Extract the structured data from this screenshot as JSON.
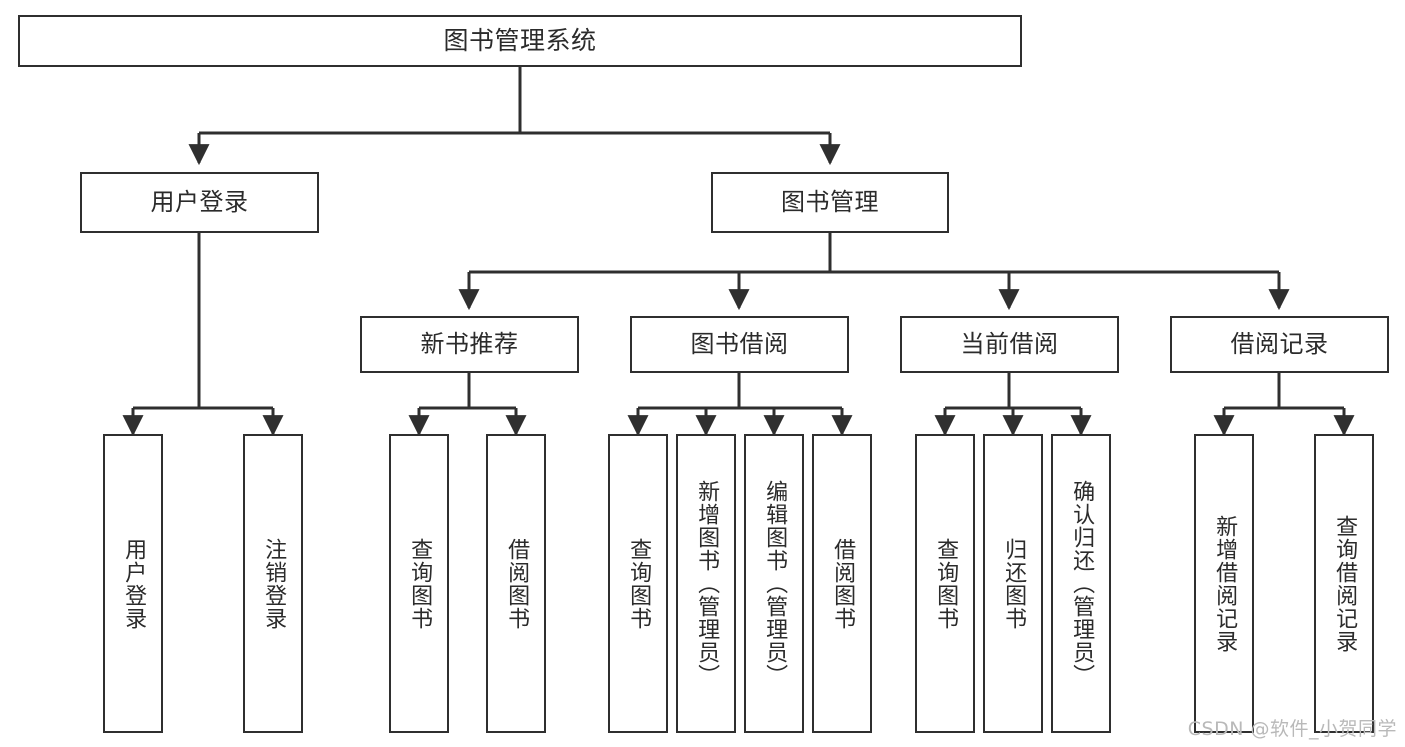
{
  "diagram": {
    "type": "tree",
    "title": "图书管理系统",
    "background_color": "#ffffff",
    "line_color": "#2f2f2f",
    "text_color": "#2b2b2b"
  },
  "root": {
    "label": "图书管理系统"
  },
  "level2": [
    {
      "id": "user-login",
      "label": "用户登录"
    },
    {
      "id": "book-management",
      "label": "图书管理"
    }
  ],
  "level3": [
    {
      "id": "new-book-recommend",
      "label": "新书推荐"
    },
    {
      "id": "book-borrow",
      "label": "图书借阅"
    },
    {
      "id": "current-borrow",
      "label": "当前借阅"
    },
    {
      "id": "borrow-record",
      "label": "借阅记录"
    }
  ],
  "leaves": {
    "user_login": [
      {
        "id": "leaf-user-login",
        "label": "用户登录"
      },
      {
        "id": "leaf-logout-login",
        "label": "注销登录"
      }
    ],
    "new_book_recommend": [
      {
        "id": "leaf-query-book-1",
        "label": "查询图书"
      },
      {
        "id": "leaf-borrow-book-1",
        "label": "借阅图书"
      }
    ],
    "book_borrow": [
      {
        "id": "leaf-query-book-2",
        "label": "查询图书"
      },
      {
        "id": "leaf-add-book",
        "label": "新增图书（管理员）"
      },
      {
        "id": "leaf-edit-book",
        "label": "编辑图书（管理员）"
      },
      {
        "id": "leaf-borrow-book-2",
        "label": "借阅图书"
      }
    ],
    "current_borrow": [
      {
        "id": "leaf-query-book-3",
        "label": "查询图书"
      },
      {
        "id": "leaf-return-book",
        "label": "归还图书"
      },
      {
        "id": "leaf-confirm-return",
        "label": "确认归还（管理员）"
      }
    ],
    "borrow_record": [
      {
        "id": "leaf-add-record",
        "label": "新增借阅记录"
      },
      {
        "id": "leaf-query-record",
        "label": "查询借阅记录"
      }
    ]
  },
  "watermark": {
    "text": "CSDN @软件_小贺同学"
  }
}
